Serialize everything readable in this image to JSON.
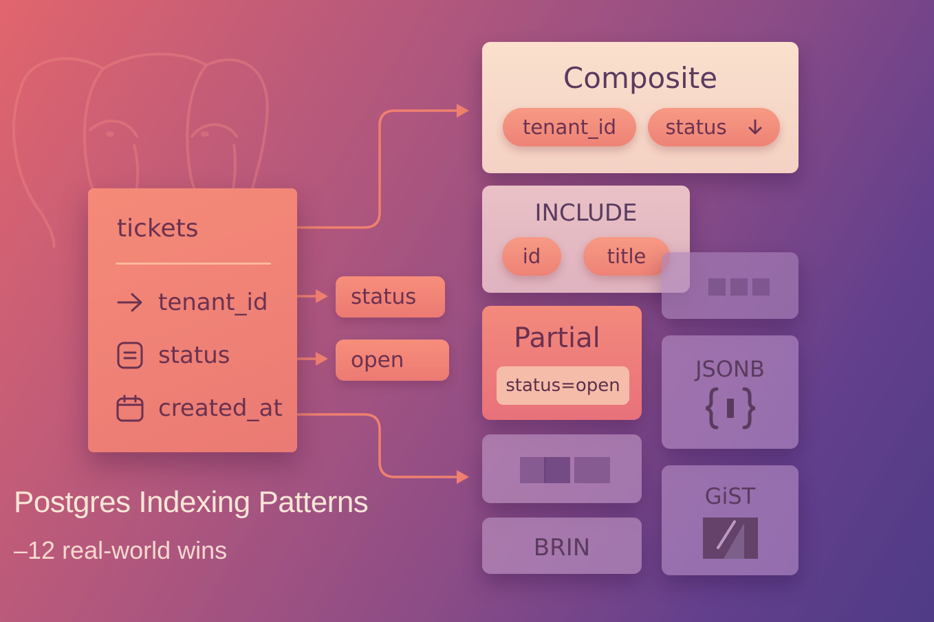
{
  "table": {
    "name": "tickets",
    "fields": [
      {
        "name": "tenant_id",
        "icon": "arrow-right-icon"
      },
      {
        "name": "status",
        "icon": "status-icon"
      },
      {
        "name": "created_at",
        "icon": "calendar-icon"
      }
    ]
  },
  "value_pills": [
    "status",
    "open"
  ],
  "cards": {
    "composite": {
      "title": "Composite",
      "chips": [
        "tenant_id",
        "status"
      ],
      "sort_icon": "arrow-down-icon"
    },
    "include": {
      "title": "INCLUDE",
      "chips": [
        "id",
        "title"
      ]
    },
    "partial": {
      "title": "Partial",
      "predicate": "status=open"
    },
    "jsonb": {
      "title": "JSONB",
      "icon": "braces-icon"
    },
    "gist": {
      "title": "GiST",
      "icon": "gist-shape-icon"
    },
    "brin": {
      "title": "BRIN"
    }
  },
  "heading": "Postgres Indexing Patterns",
  "subheading": "–12 real-world wins",
  "colors": {
    "background_start": "#e1656d",
    "background_end": "#4f3b86",
    "accent_salmon": "#f08070",
    "connector": "#f08070",
    "text_dark": "#5a3b5e",
    "heading_text": "#fbe7d7"
  }
}
